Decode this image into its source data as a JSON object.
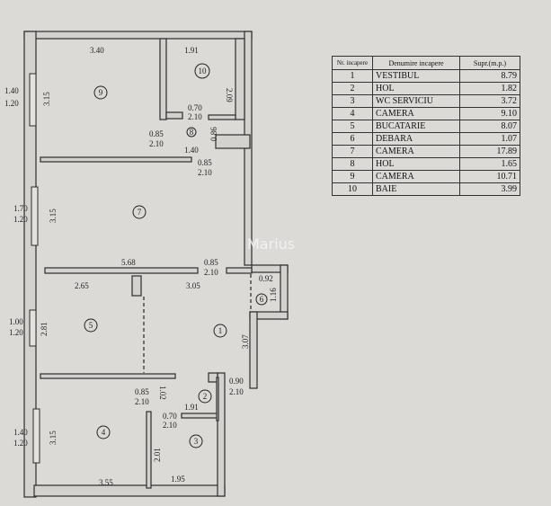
{
  "table": {
    "headers": [
      "Nr. incapere",
      "Denumire incapere",
      "Supr.(m.p.)"
    ],
    "rows": [
      {
        "nr": "1",
        "name": "VESTIBUL",
        "area": "8.79"
      },
      {
        "nr": "2",
        "name": "HOL",
        "area": "1.82"
      },
      {
        "nr": "3",
        "name": "WC SERVICIU",
        "area": "3.72"
      },
      {
        "nr": "4",
        "name": "CAMERA",
        "area": "9.10"
      },
      {
        "nr": "5",
        "name": "BUCATARIE",
        "area": "8.07"
      },
      {
        "nr": "6",
        "name": "DEBARA",
        "area": "1.07"
      },
      {
        "nr": "7",
        "name": "CAMERA",
        "area": "17.89"
      },
      {
        "nr": "8",
        "name": "HOL",
        "area": "1.65"
      },
      {
        "nr": "9",
        "name": "CAMERA",
        "area": "10.71"
      },
      {
        "nr": "10",
        "name": "BAIE",
        "area": "3.99"
      }
    ]
  },
  "watermark": "Marius",
  "rooms": [
    "1",
    "2",
    "3",
    "4",
    "5",
    "6",
    "7",
    "8",
    "9",
    "10"
  ],
  "dims": {
    "r9_w": "3.40",
    "r9_h": "3.15",
    "r9_win_a": "1.40",
    "r9_win_b": "1.20",
    "r10_w": "1.91",
    "r10_h": "2.09",
    "r10_door_a": "0.70",
    "r10_door_b": "2.10",
    "r8_h": "0.86",
    "r9_door_a": "0.85",
    "r9_door_b": "2.10",
    "r8_w": "1.40",
    "r7_door_a": "0.85",
    "r7_door_b": "2.10",
    "r7_win_a": "1.70",
    "r7_win_b": "1.20",
    "r7_h": "3.15",
    "r7_w": "5.68",
    "r1_door_a": "0.85",
    "r1_door_b": "2.10",
    "r6_w": "0.92",
    "r6_h": "1.16",
    "r5_w": "2.65",
    "r1_w": "3.05",
    "r5_win_a": "1.00",
    "r5_win_b": "1.20",
    "r5_h": "2.81",
    "r1_h": "3.07",
    "entry_a": "0.90",
    "entry_b": "2.10",
    "r4_door_a": "0.85",
    "r4_door_b": "2.10",
    "r2_h": "1.02",
    "r2_w": "1.91",
    "r3_door_a": "0.70",
    "r3_door_b": "2.10",
    "r4_win_a": "1.40",
    "r4_win_b": "1.20",
    "r4_h": "3.15",
    "r3_h": "2.01",
    "r4_w": "3.55",
    "r3_w": "1.95"
  }
}
